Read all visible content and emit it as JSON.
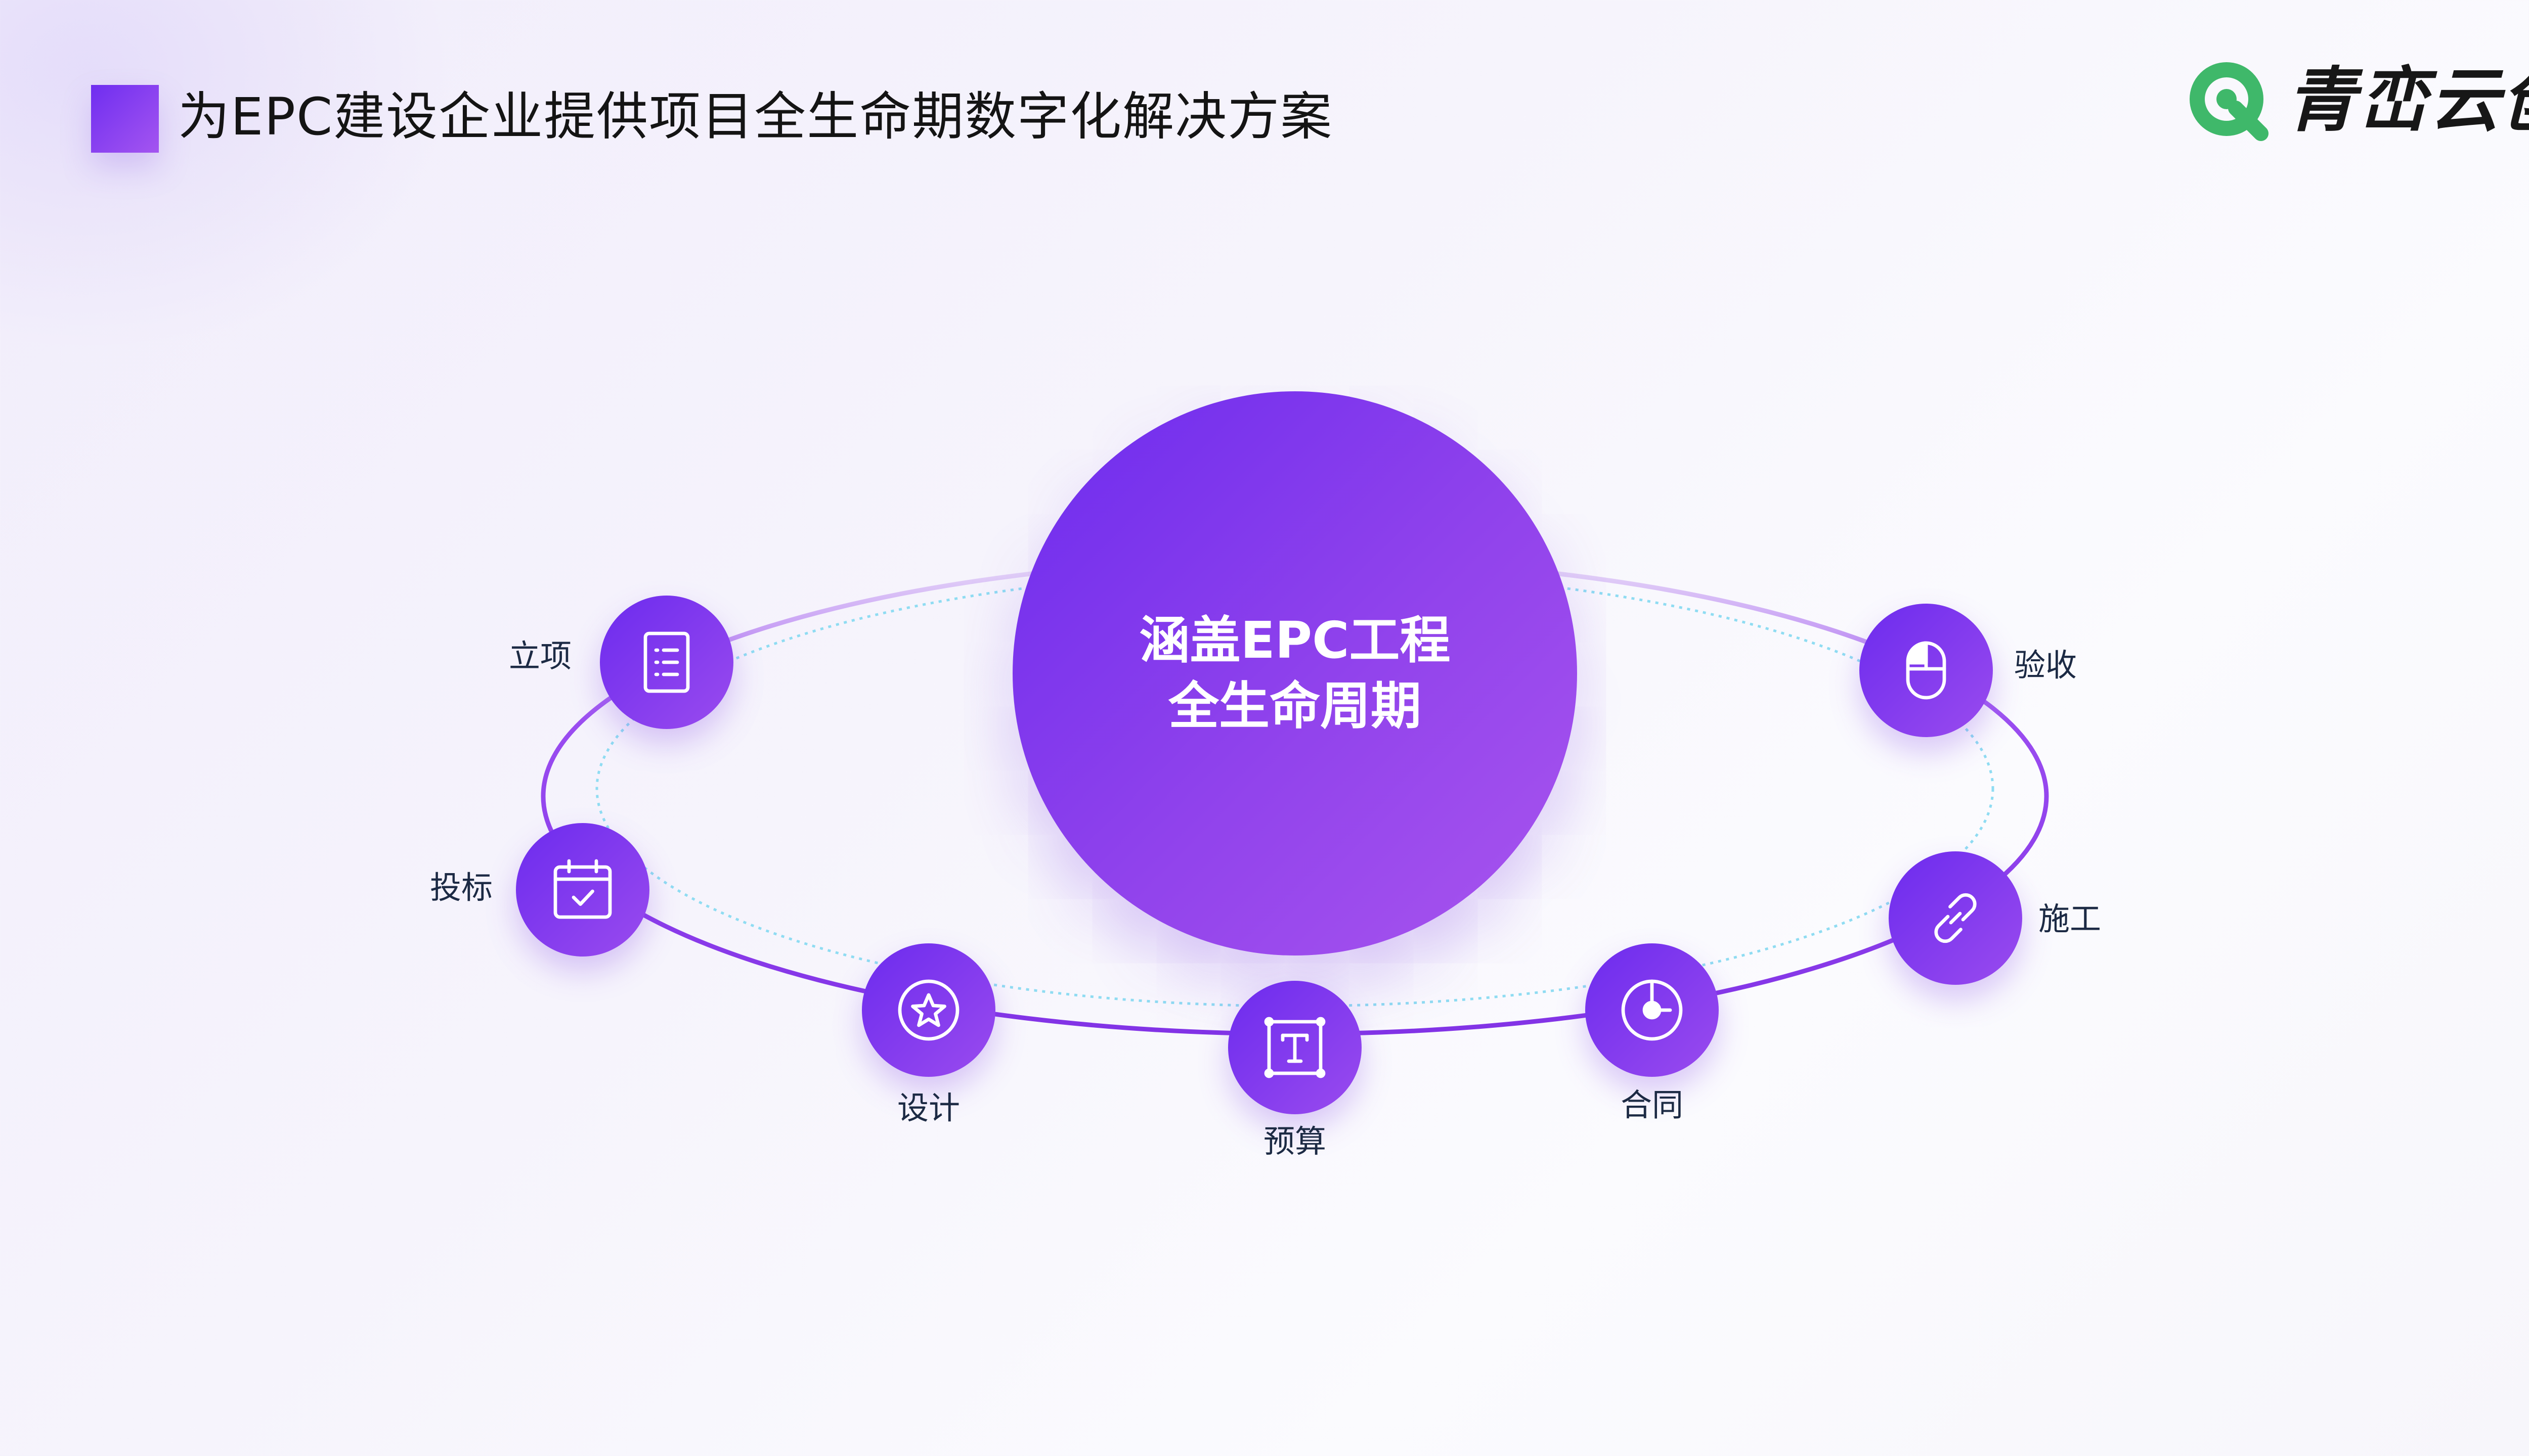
{
  "header": {
    "title": "为EPC建设企业提供项目全生命期数字化解决方案",
    "logo_text": "青峦云创",
    "accent_color": "#7b3cf0",
    "logo_color": "#3fb86a"
  },
  "center": {
    "line1": "涵盖EPC工程",
    "line2": "全生命周期"
  },
  "stages": [
    {
      "label": "立项",
      "icon": "document-list-icon"
    },
    {
      "label": "投标",
      "icon": "calendar-check-icon"
    },
    {
      "label": "设计",
      "icon": "star-icon"
    },
    {
      "label": "预算",
      "icon": "text-box-icon"
    },
    {
      "label": "合同",
      "icon": "gauge-icon"
    },
    {
      "label": "施工",
      "icon": "link-icon"
    },
    {
      "label": "验收",
      "icon": "mouse-icon"
    }
  ]
}
